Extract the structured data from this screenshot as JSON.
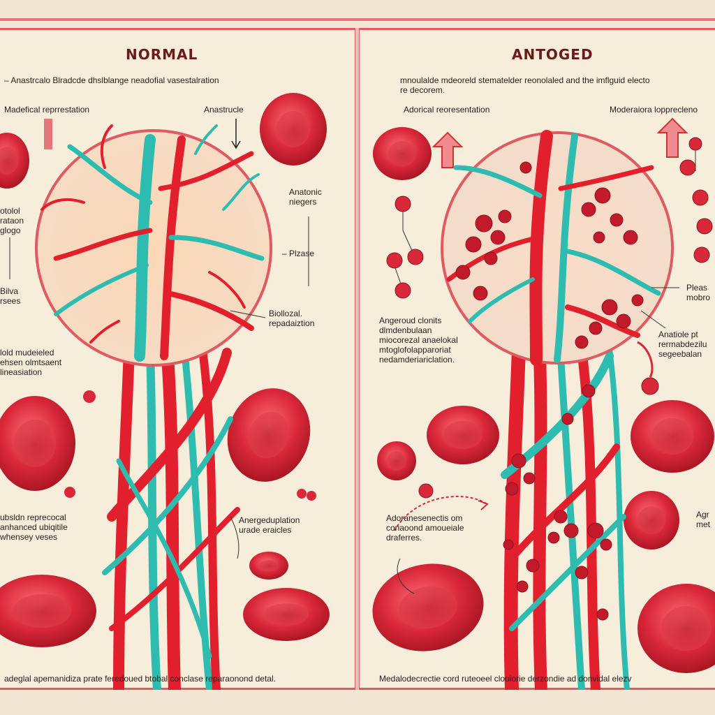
{
  "left_panel": {
    "title": "NORMAL",
    "header_text": "– Anastrcalo Blradcde dhslblange neadofial vasestalration",
    "labels": {
      "medical_representation": "Madefical reprrestation",
      "anastrucle": "Anastrucle",
      "anatonic_niegers": "Anatonic\nniegers",
      "plzase": "– Plzase",
      "biological_representation": "Biollozal.\nrepadaiztion",
      "otolol": "otolol\nrataon\nglogo",
      "bilva": "Bilva\nrsees",
      "hold_molecular": "lold mudeieled\nehsen olmtsaent\nlineasiation",
      "anergeduplation": "Anergeduplation\nurade eraicles",
      "subsidium": "ubsldn reprecocal\nanhanced ubiqitile\nwhensey veses"
    },
    "caption": "adeglal apemanidiza prate feredoued btobal conclase reparaonond detal."
  },
  "right_panel": {
    "title": "ANTOGED",
    "header_text": "mnoulalde mdeoreld stematelder reonolaled and the imflguid electo\nre decorem.",
    "labels": {
      "adorical_representation": "Adorical reoresentation",
      "moderaiora": "Moderaiora lopprecleno",
      "pleas_mobro": "Pleas\nmobro",
      "angeroud_clonits": "Angeroud clonits\ndlmdenbulaan\nmiocorezal anaelokal\nmtoglofolapparoriat\nnedamderiariclation.",
      "anatiole": "Anatiole pt\nrermabdezilu\nsegeebalan",
      "adoranesenectis": "Adoranesenectis om\nconaoond amoueiale\ndraferres.",
      "agr": "Agr\nmet"
    },
    "caption": "Medalodecrectie cord ruteoeel clooiorie derzondie ad donvidal elezv"
  },
  "colors": {
    "background": "#f6eedb",
    "frame_red": "#e05a62",
    "blood_cell_red": "#d8283a",
    "vessel_red": "#e21f2c",
    "vessel_teal": "#2ebcb0",
    "title_brown": "#6b1a1a"
  }
}
